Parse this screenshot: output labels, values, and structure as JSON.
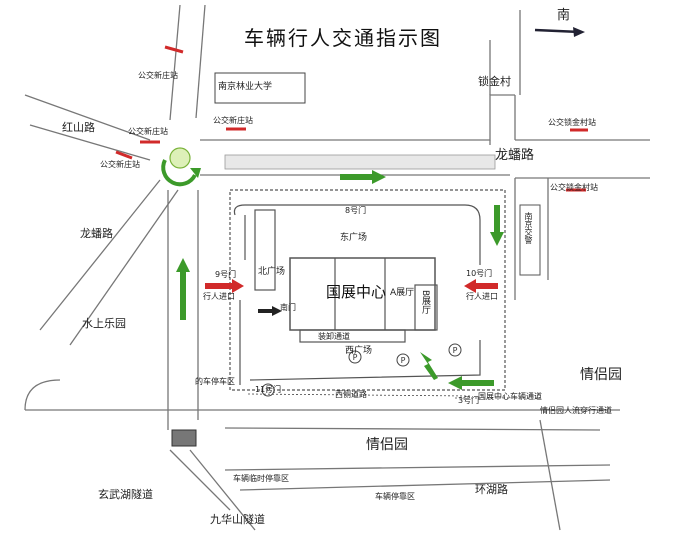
{
  "title": "车辆行人交通指示图",
  "north_label": "南",
  "roads": {
    "hongshan": "红山路",
    "longpan_top": "龙蟠路",
    "longpan_left": "龙蟠路",
    "huanhu": "环湖路",
    "xuanwu_tunnel": "玄武湖隧道",
    "jiuhuashan_tunnel": "九华山隧道"
  },
  "places": {
    "univ": "南京林业大学",
    "suojincun": "锁金村",
    "shuishangleyuan": "水上乐园",
    "qinglvyuan_right": "情侣园",
    "qinglvyuan_bottom": "情侣园",
    "center_main": "国展中心",
    "center_sub": "A展厅",
    "b_hall": "B展厅",
    "east_square": "东广场",
    "west_square": "西广场",
    "north_square": "北广场",
    "jcj": "南京交警"
  },
  "bus": {
    "xinzhuang_1": "公交新庄站",
    "xinzhuang_2": "公交新庄站",
    "xinzhuang_3": "公交新庄站",
    "xinzhuang_4": "公交新庄站",
    "suojin_1": "公交锁金村站",
    "suojin_2": "公交锁金村站"
  },
  "gates": {
    "g8": "8号门",
    "g9": "9号门",
    "g10": "10号门",
    "g11": "11号门",
    "g3": "3号门"
  },
  "notes": {
    "ped_left": "行人进口",
    "ped_right": "行人进口",
    "taxi": "的车停车区",
    "car_park": "车辆临时停靠区",
    "car_park2": "车辆停靠区",
    "vehicle_entry": "国展中心车辆通道",
    "pedestrian_road": "情侣园人流穿行通道",
    "west_road": "西侧道路",
    "nanmen": "南门",
    "loading": "装卸通道"
  },
  "colors": {
    "red_arrow": "#d12a2a",
    "green_arrow": "#3c9a2a",
    "bus_mark": "#d12a2a",
    "road_line": "#666666"
  }
}
